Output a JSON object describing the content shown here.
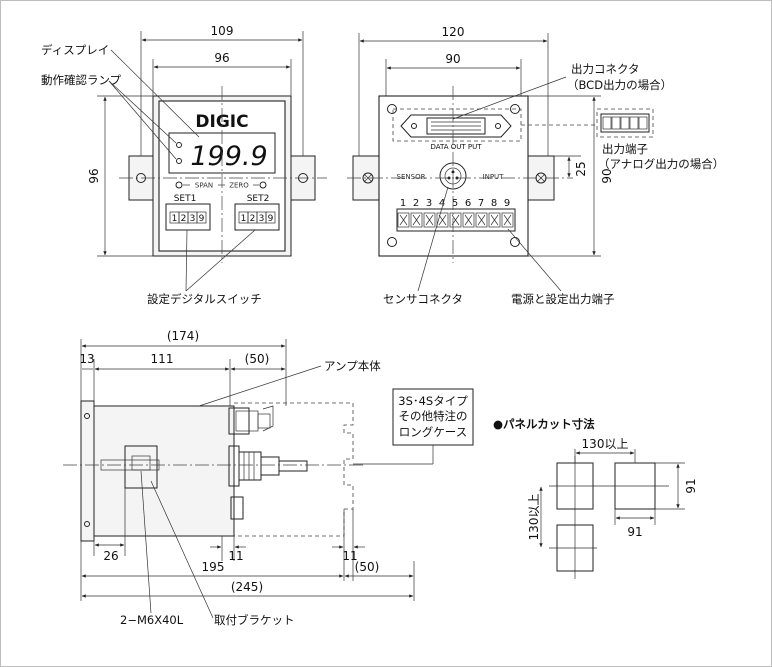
{
  "front_view": {
    "width_outer": "109",
    "width_inner": "96",
    "height": "96",
    "brand": "DIGIC",
    "display_value": "199.9",
    "span_label": "SPAN",
    "zero_label": "ZERO",
    "set1": "SET1",
    "set2": "SET2",
    "set_digits": [
      "1",
      "2",
      "3",
      "9"
    ],
    "label_display": "ディスプレイ",
    "label_lamp": "動作確認ランプ",
    "label_switch": "設定デジタルスイッチ"
  },
  "rear_view": {
    "width_outer": "120",
    "width_inner": "90",
    "height_right": "90",
    "offset": "25",
    "data_output": "DATA OUT PUT",
    "sensor": "SENSOR",
    "input": "INPUT",
    "terminals": [
      "1",
      "2",
      "3",
      "4",
      "5",
      "6",
      "7",
      "8",
      "9"
    ],
    "label_connector_line1": "出力コネクタ",
    "label_connector_line2": "（BCD出力の場合）",
    "label_terminal_line1": "出力端子",
    "label_terminal_line2": "（アナログ出力の場合）",
    "label_sensor_connector": "センサコネクタ",
    "label_power_terminal": "電源と設定出力端子"
  },
  "side_view": {
    "dim_total_top": "(174)",
    "dim_13": "13",
    "dim_111": "111",
    "dim_50_top": "(50)",
    "dim_26": "26",
    "dim_11_a": "11",
    "dim_11_b": "11",
    "dim_195": "195",
    "dim_50_bottom": "(50)",
    "dim_245": "(245)",
    "label_amp_body": "アンプ本体",
    "long_case_line1": "3S･4Sタイプ",
    "long_case_line2": "その他特注の",
    "long_case_line3": "ロングケース",
    "label_screw": "2−M6X40L",
    "label_bracket": "取付ブラケット"
  },
  "panel_cut": {
    "title": "●パネルカット寸法",
    "dim_130_top": "130以上",
    "dim_130_side": "130以上",
    "dim_91_right": "91",
    "dim_91_bottom": "91"
  }
}
